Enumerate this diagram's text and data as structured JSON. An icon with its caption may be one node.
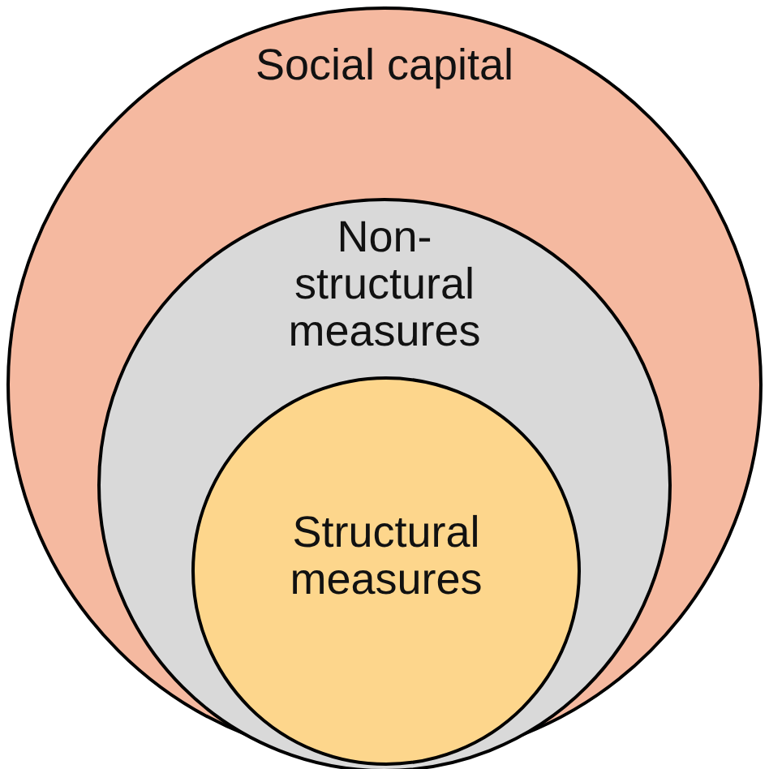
{
  "diagram": {
    "nodes": [
      {
        "text": [
          "Social capital"
        ]
      },
      {
        "text": [
          "Non-structural measures"
        ],
        "in": 0
      },
      {
        "text": [
          "Structural measures"
        ],
        "in": 1
      }
    ]
  }
}
